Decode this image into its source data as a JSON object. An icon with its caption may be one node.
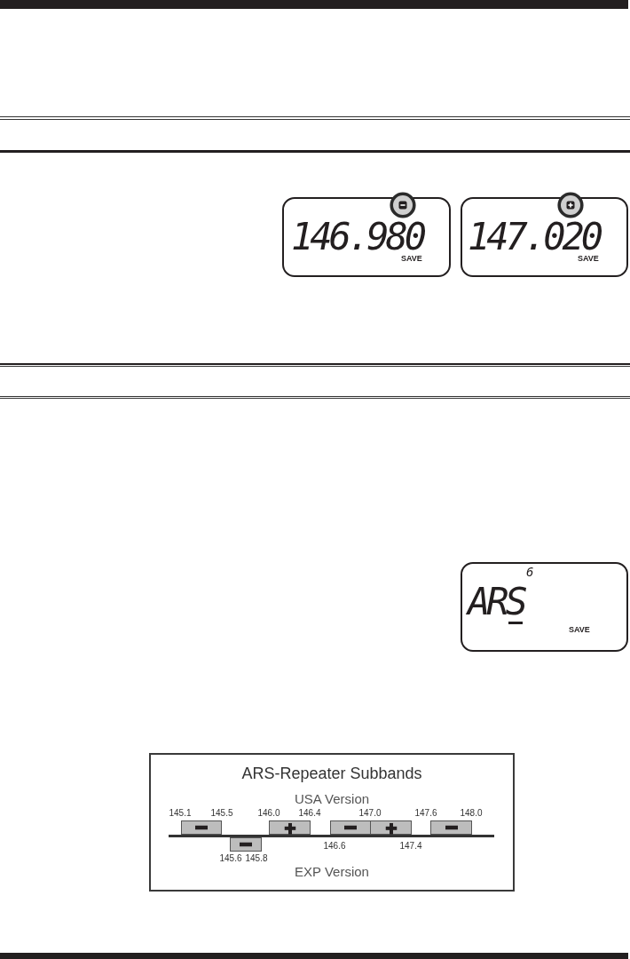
{
  "diagram": {
    "nodes": [
      {
        "text": [
          "146.980",
          "SAVE"
        ]
      },
      {
        "text": [
          "147.020",
          "SAVE"
        ]
      },
      {
        "text": [
          "6",
          "ARS",
          "SAVE"
        ]
      },
      {
        "text": [
          "ARS-Repeater Subbands",
          "USA Version",
          "EXP Version"
        ]
      }
    ],
    "labels": [
      "145.1",
      "145.5",
      "146.0",
      "146.4",
      "147.0",
      "147.6",
      "148.0",
      "145.6",
      "145.8",
      "146.6",
      "147.4"
    ]
  }
}
